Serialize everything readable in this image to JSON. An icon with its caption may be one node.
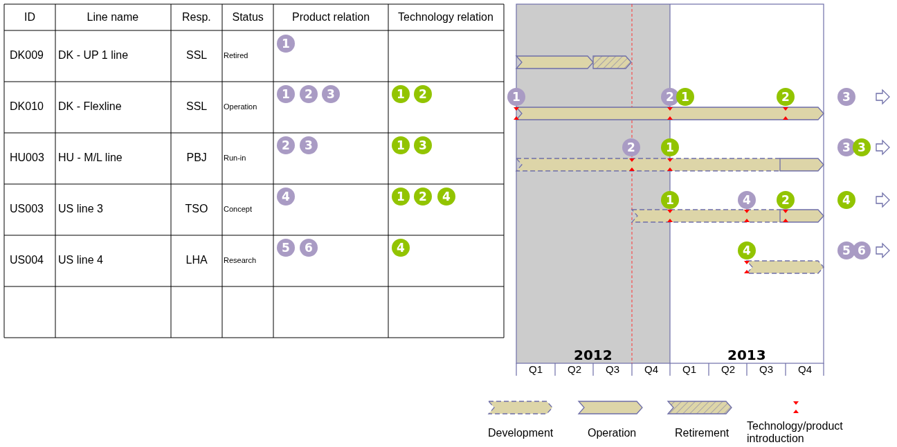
{
  "diagram": {
    "labels": [
      "ID",
      "Line name",
      "Resp.",
      "Status",
      "Product relation",
      "Technology relation",
      "DK009",
      "DK - UP 1 line",
      "SSL",
      "Retired",
      "1",
      "DK010",
      "DK - Flexline",
      "SSL",
      "Operation",
      "1",
      "2",
      "3",
      "1",
      "2",
      "HU003",
      "HU - M/L line",
      "PBJ",
      "Run-in",
      "2",
      "3",
      "1",
      "3",
      "US003",
      "US line 3",
      "TSO",
      "Concept",
      "4",
      "1",
      "2",
      "4",
      "US004",
      "US line 4",
      "LHA",
      "Research",
      "5",
      "6",
      "4",
      "1",
      "2",
      "1",
      "2",
      "3",
      "2",
      "1",
      "3",
      "3",
      "1",
      "4",
      "2",
      "4",
      "4",
      "5",
      "6",
      "2012",
      "2013",
      "Q1",
      "Q2",
      "Q3",
      "Q4",
      "Q1",
      "Q2",
      "Q3",
      "Q4"
    ],
    "legend": [
      {
        "text": "Development"
      },
      {
        "text": "Operation"
      },
      {
        "text": "Retirement"
      },
      {
        "text": "Technology/product introduction"
      }
    ]
  }
}
